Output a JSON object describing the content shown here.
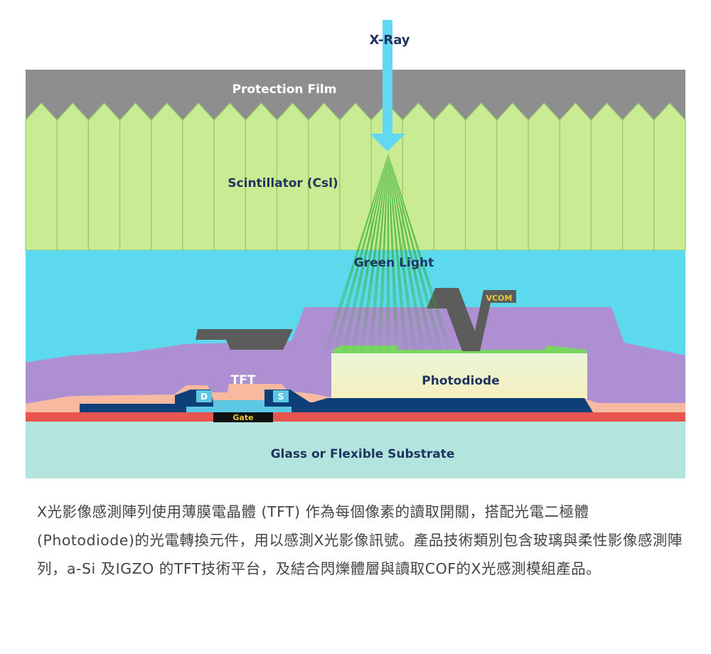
{
  "diagram": {
    "labels": {
      "xray": "X-Ray",
      "protection_film": "Protection Film",
      "scintillator": "Scintillator (Csl)",
      "green_light": "Green Light",
      "vcom": "VCOM",
      "tft": "TFT",
      "drain": "D",
      "source": "S",
      "gate": "Gate",
      "photodiode": "Photodiode",
      "substrate": "Glass or Flexible Substrate"
    },
    "colors": {
      "protection_film": "#8e8e8e",
      "scintillator": "#c8eb94",
      "scintillator_line": "#98c86a",
      "encapsulation": "#5cd9ec",
      "passivation": "#ad8fd2",
      "electrode": "#5c5c5c",
      "photodiode": "#eef6cf",
      "photodiode_top": "#7ad460",
      "salmon": "#f7b9a0",
      "metal": "#0e3f78",
      "gate_insulator": "#5cc8e4",
      "gate": "#111111",
      "gate_text": "#e8c83a",
      "red_layer": "#e8544e",
      "substrate": "#b4e4de",
      "label_dark": "#1f3560",
      "label_light": "#ffffff",
      "xray_arrow": "#62d8f2",
      "green_ray": "#2eaa2e"
    }
  },
  "description": "X光影像感測陣列使用薄膜電晶體 (TFT) 作為每個像素的讀取開關，搭配光電二極體(Photodiode)的光電轉換元件，用以感測X光影像訊號。產品技術類別包含玻璃與柔性影像感測陣列，a-Si 及IGZO 的TFT技術平台，及結合閃爍體層與讀取COF的X光感測模組產品。"
}
